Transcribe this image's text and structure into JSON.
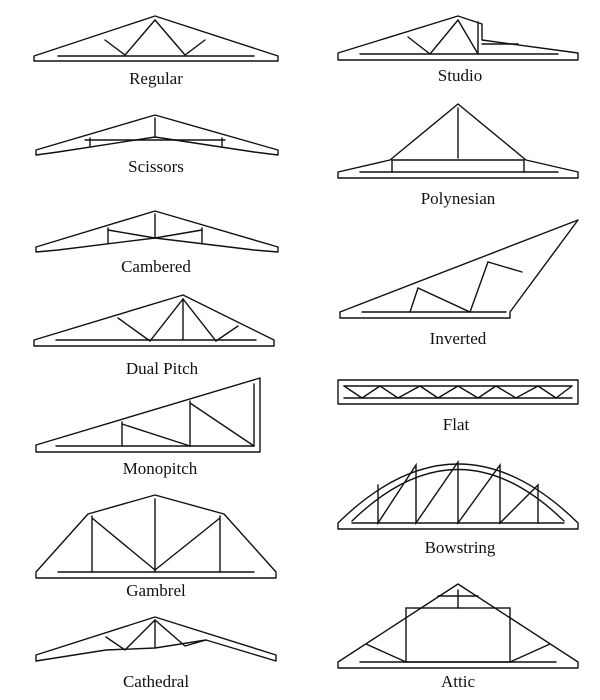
{
  "colors": {
    "line": "#111111",
    "background": "#ffffff"
  },
  "trusses": [
    {
      "id": "regular",
      "label": "Regular"
    },
    {
      "id": "studio",
      "label": "Studio"
    },
    {
      "id": "scissors",
      "label": "Scissors"
    },
    {
      "id": "polynesian",
      "label": "Polynesian"
    },
    {
      "id": "cambered",
      "label": "Cambered"
    },
    {
      "id": "inverted",
      "label": "Inverted"
    },
    {
      "id": "dual-pitch",
      "label": "Dual Pitch"
    },
    {
      "id": "flat",
      "label": "Flat"
    },
    {
      "id": "monopitch",
      "label": "Monopitch"
    },
    {
      "id": "bowstring",
      "label": "Bowstring"
    },
    {
      "id": "gambrel",
      "label": "Gambrel"
    },
    {
      "id": "cathedral",
      "label": "Cathedral"
    },
    {
      "id": "attic",
      "label": "Attic"
    }
  ]
}
